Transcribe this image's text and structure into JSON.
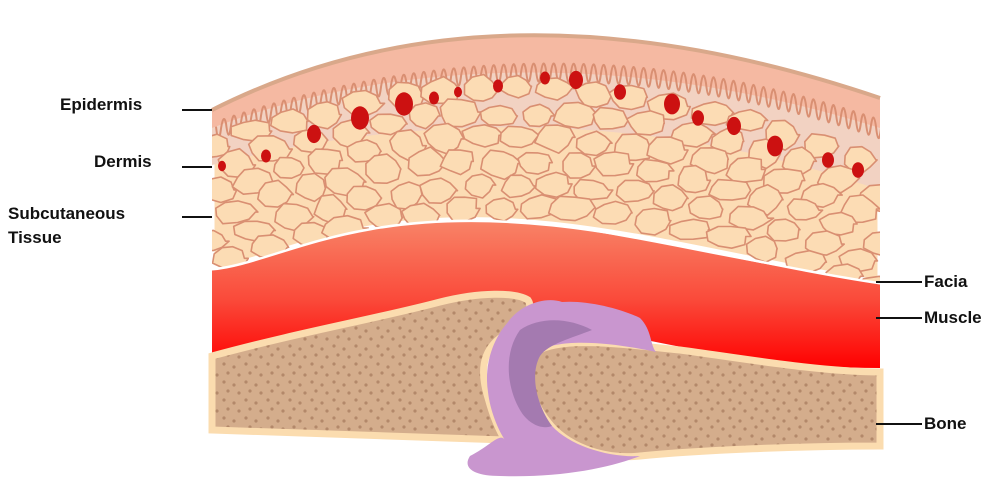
{
  "labels": {
    "epidermis": "Epidermis",
    "dermis": "Dermis",
    "subcutaneous_line1": "Subcutaneous",
    "subcutaneous_line2": "Tissue",
    "facia": "Facia",
    "muscle": "Muscle",
    "bone": "Bone"
  },
  "colors": {
    "epidermis": "#f5b9a2",
    "dermis_band": "#f2d2c2",
    "fat": "#fcdcb4",
    "fat_outline": "#d98f72",
    "blood": "#cc1111",
    "muscle_top": "#f8876a",
    "muscle_bottom": "#ff0000",
    "bone": "#d4ad8c",
    "bone_edge": "#fbdcaf",
    "pus": "#c996cf"
  }
}
